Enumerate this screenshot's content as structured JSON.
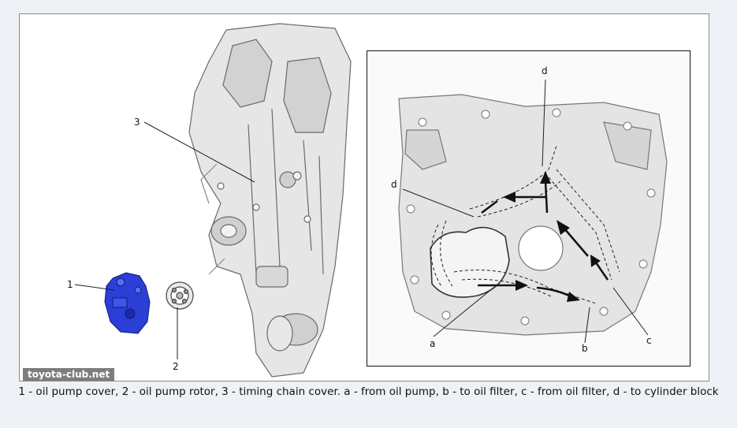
{
  "figure": {
    "watermark": "toyota-club.net",
    "main_labels": {
      "one": "1",
      "two": "2",
      "three": "3"
    },
    "inset_labels": {
      "d_top": "d",
      "d_left": "d",
      "a": "a",
      "b": "b",
      "c": "c"
    },
    "caption": "1 - oil pump cover, 2 - oil pump rotor, 3 - timing chain cover. a - from oil pump, b - to oil filter, c - from oil filter, d - to cylinder block"
  },
  "colors": {
    "pump_cover": "#2b3fd6",
    "line_art": "#555555",
    "arrow": "#111111"
  }
}
